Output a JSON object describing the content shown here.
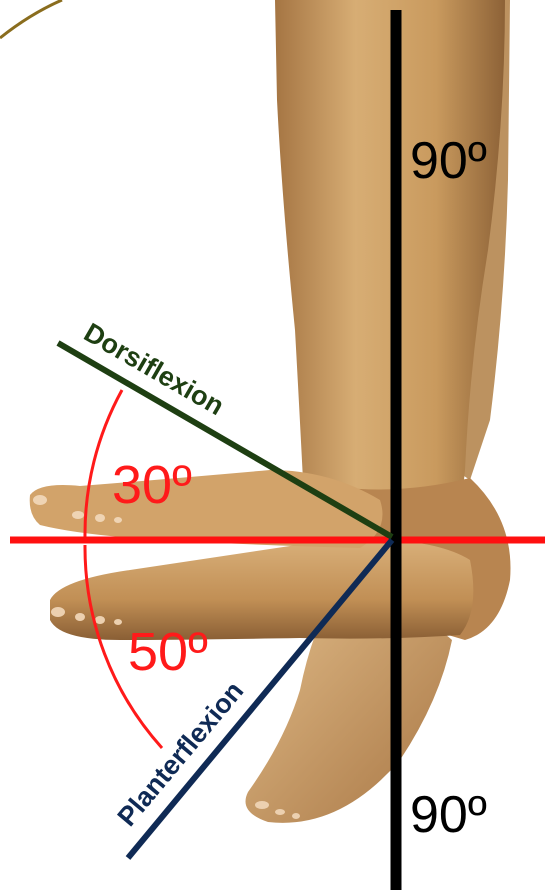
{
  "labels": {
    "vertical_top": "90º",
    "vertical_bottom": "90º",
    "dorsiflexion": "Dorsiflexion",
    "plantarflexion": "Planterflexion",
    "dorsi_angle": "30º",
    "plantar_angle": "50º"
  },
  "colors": {
    "axis_vertical": "#000000",
    "axis_horizontal": "#ff1010",
    "dorsiflexion_line": "#1e3f12",
    "plantarflexion_line": "#0f2a55",
    "angle_arc": "#ff1a1a",
    "skin": "#c99a5e",
    "skin_shadow": "#8d6237"
  }
}
